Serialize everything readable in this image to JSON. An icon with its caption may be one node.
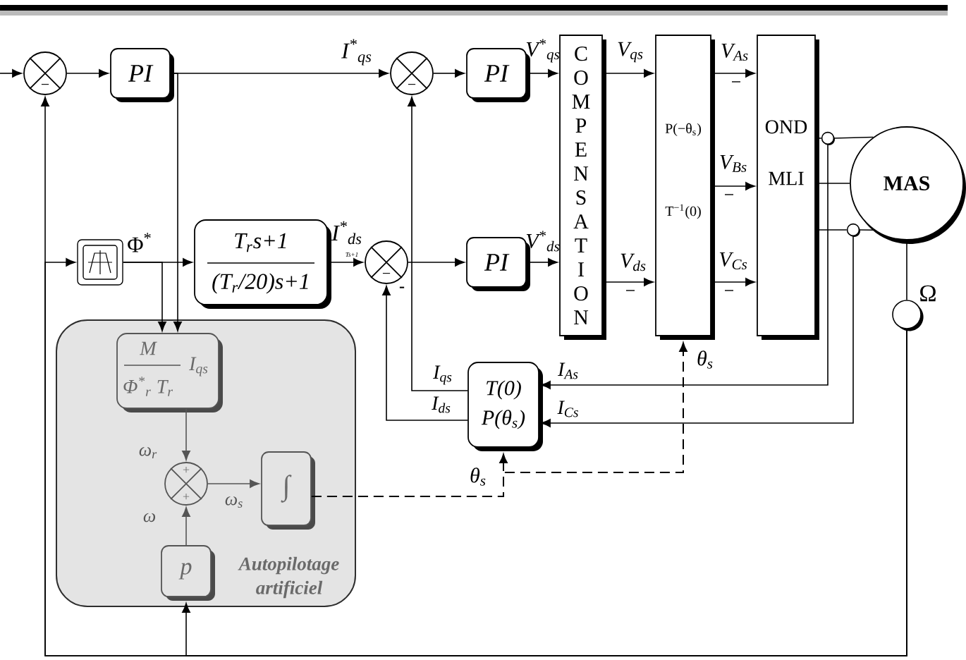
{
  "diagram": {
    "nodes": [
      {
        "text": [
          "−"
        ]
      },
      {
        "text": [
          "PI"
        ]
      },
      {
        "text": [
          "−"
        ]
      },
      {
        "text": [
          "PI"
        ]
      },
      {
        "text": [
          "COMPENSATION"
        ]
      },
      {
        "text": [
          "P(−θ$_{s}$)",
          "T$^{−1}$(0)"
        ]
      },
      {
        "text": [
          "OND",
          "MLI"
        ]
      },
      {
        "text": [
          "MAS"
        ]
      },
      {
        "text": [],
        "shape": "circle"
      },
      {
        "text": [],
        "shape": "circle"
      },
      {
        "text": [],
        "shape": "circle",
        "beside": [
          "Ω"
        ]
      },
      {
        "text": [],
        "shape": "box"
      },
      {
        "text": [
          "T$_{r}$s+1",
          "(T$_{r}$/20)s+1"
        ]
      },
      {
        "text": [
          "−"
        ],
        "beside": [
          "-"
        ]
      },
      {
        "text": [
          "PI"
        ]
      },
      {
        "text": [
          "T(0)",
          "P(θ$_{s}$)"
        ]
      },
      {
        "text": [
          "Autopilotage artificiel"
        ]
      },
      {
        "text": [
          "M",
          "Φ$^{*}$$_{r}$ T$_{r}$",
          "I$_{qs}$"
        ],
        "in": 16
      },
      {
        "text": [
          "+",
          "+"
        ],
        "in": 16
      },
      {
        "text": [
          "∫"
        ],
        "in": 16
      },
      {
        "text": [
          "p"
        ],
        "in": 16
      }
    ],
    "edges": [
      {
        "from": null,
        "to": 0,
        "arrow": "to"
      },
      {
        "from": 0,
        "to": 1,
        "arrow": "to"
      },
      {
        "from": 1,
        "to": 2,
        "arrow": "to",
        "label": "I$^{*}$$_{qs}$"
      },
      {
        "from": 2,
        "to": 3,
        "arrow": "to"
      },
      {
        "from": 3,
        "to": 4,
        "arrow": "to",
        "label": "V$^{*}$$_{qs}$"
      },
      {
        "from": 4,
        "to": 5,
        "arrow": "to",
        "label": "V$_{qs}$"
      },
      {
        "from": 4,
        "to": 5,
        "arrow": "to",
        "label": "V$_{ds}$"
      },
      {
        "from": 5,
        "to": 6,
        "arrow": "to",
        "label": "V$_{As}$"
      },
      {
        "from": 5,
        "to": 6,
        "arrow": "to",
        "label": "V$_{Bs}$"
      },
      {
        "from": 5,
        "to": 6,
        "arrow": "to",
        "label": "V$_{Cs}$"
      },
      {
        "from": 6,
        "to": 8,
        "arrow": "none"
      },
      {
        "from": 8,
        "to": 7,
        "arrow": "none"
      },
      {
        "from": 6,
        "to": 7,
        "arrow": "none"
      },
      {
        "from": 6,
        "to": 9,
        "arrow": "none"
      },
      {
        "from": 9,
        "to": 7,
        "arrow": "none"
      },
      {
        "from": 7,
        "to": 10,
        "arrow": "none"
      },
      {
        "from": 10,
        "to": 0,
        "arrow": "to"
      },
      {
        "from": 10,
        "to": 11,
        "arrow": "to"
      },
      {
        "from": 10,
        "to": 20,
        "arrow": "to"
      },
      {
        "from": 11,
        "to": 12,
        "arrow": "to",
        "label": "Φ$^{*}$"
      },
      {
        "from": 11,
        "to": 17,
        "arrow": "to"
      },
      {
        "from": 1,
        "to": 17,
        "arrow": "to"
      },
      {
        "from": 12,
        "to": 13,
        "arrow": "to",
        "label": "I$^{*}$$_{ds}$"
      },
      {
        "from": 13,
        "to": 14,
        "arrow": "to"
      },
      {
        "from": 14,
        "to": 4,
        "arrow": "to",
        "label": "V$^{*}$$_{ds}$"
      },
      {
        "from": 8,
        "to": 15,
        "arrow": "to",
        "label": "I$_{As}$"
      },
      {
        "from": 9,
        "to": 15,
        "arrow": "to",
        "label": "I$_{Cs}$"
      },
      {
        "from": 15,
        "to": 2,
        "arrow": "to",
        "label": "I$_{qs}$"
      },
      {
        "from": 15,
        "to": 13,
        "arrow": "to",
        "label": "I$_{ds}$"
      },
      {
        "from": 17,
        "to": 18,
        "arrow": "to",
        "label": "ω$_{r}$",
        "color": "#555555"
      },
      {
        "from": 20,
        "to": 18,
        "arrow": "to",
        "label": "ω",
        "color": "#555555"
      },
      {
        "from": 18,
        "to": 19,
        "arrow": "to",
        "label": "ω$_{s}$",
        "color": "#555555"
      },
      {
        "from": 19,
        "to": 15,
        "arrow": "to",
        "label": "θ$_{s}$",
        "style": "dashed"
      },
      {
        "from": 19,
        "to": 5,
        "arrow": "to",
        "label": "θ$_{s}$",
        "style": "dashed"
      }
    ],
    "labels": [
      "Ts+1"
    ]
  }
}
